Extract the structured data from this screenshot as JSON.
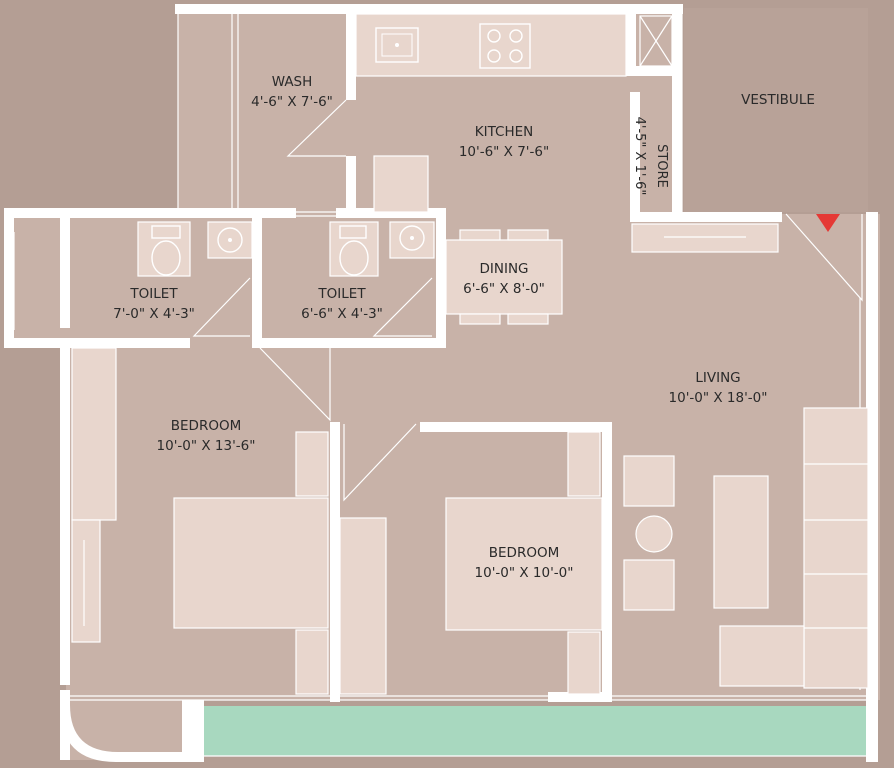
{
  "colors": {
    "background": "#b49e94",
    "floor": "#c8b2a8",
    "wall": "#ffffff",
    "furniture": "#e8d6cd",
    "balcony_planter": "#a8d8bf",
    "entry_marker": "#e53935"
  },
  "rooms": {
    "wash": {
      "name": "WASH",
      "size": "4'-6\" X 7'-6\""
    },
    "kitchen": {
      "name": "KITCHEN",
      "size": "10'-6\" X 7'-6\""
    },
    "store": {
      "name": "STORE",
      "size": "4'-5\" X 1'-6\""
    },
    "vestibule": {
      "name": "VESTIBULE"
    },
    "toilet_1": {
      "name": "TOILET",
      "size": "7'-0\" X 4'-3\""
    },
    "toilet_2": {
      "name": "TOILET",
      "size": "6'-6\" X 4'-3\""
    },
    "dining": {
      "name": "DINING",
      "size": "6'-6\" X 8'-0\""
    },
    "living": {
      "name": "LIVING",
      "size": "10'-0\" X 18'-0\""
    },
    "bedroom_1": {
      "name": "BEDROOM",
      "size": "10'-0\" X 13'-6\""
    },
    "bedroom_2": {
      "name": "BEDROOM",
      "size": "10'-0\" X 10'-0\""
    }
  },
  "icons": {
    "entry": "entry-arrow-icon",
    "sink": "sink-icon",
    "stove": "stove-icon",
    "toilet": "toilet-icon",
    "washbasin": "washbasin-icon"
  }
}
